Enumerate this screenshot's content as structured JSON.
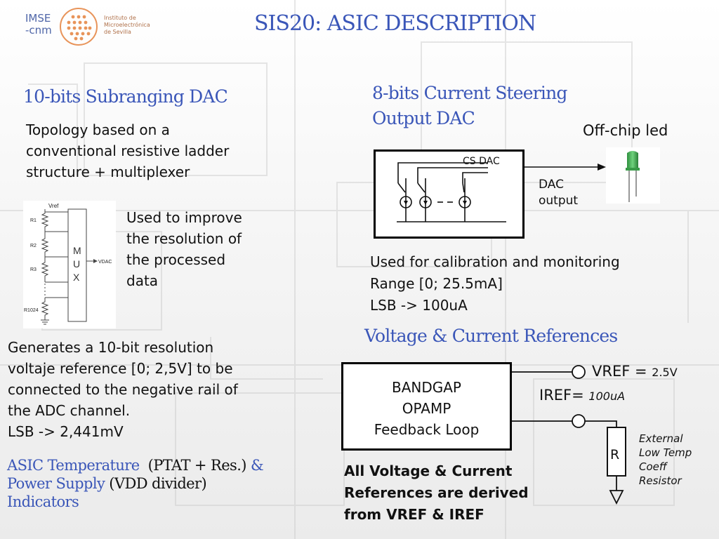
{
  "header": {
    "logo_text_line1": "IMSE",
    "logo_text_line2": "-cnm",
    "logo_sub_line1": "Instituto de",
    "logo_sub_line2": "Microelectrónica",
    "logo_sub_line3": "de Sevilla",
    "title": "SIS20: ASIC DESCRIPTION"
  },
  "subranging_dac": {
    "title": "10-bits Subranging DAC",
    "topology_line1": "Topology based on a",
    "topology_line2": "conventional resistive ladder",
    "topology_line3": "structure + multiplexer",
    "used_line1": "Used to improve",
    "used_line2": "the resolution of",
    "used_line3": "the processed",
    "used_line4": "data",
    "generates_line1": "Generates a 10-bit resolution",
    "generates_line2": "voltaje reference [0; 2,5V] to be",
    "generates_line3": "connected to the negative rail of",
    "generates_line4": "the ADC channel.",
    "generates_line5": "LSB -> 2,441mV",
    "schematic": {
      "vref": "Vref",
      "r1": "R1",
      "r2": "R2",
      "r3": "R3",
      "r1024": "R1024",
      "mux_m": "M",
      "mux_u": "U",
      "mux_x": "X",
      "vdac": "VDAC"
    }
  },
  "indicators": {
    "part1": "ASIC Temperature",
    "part2": "(PTAT + Res.)",
    "part3": "&",
    "part4": "Power Supply",
    "part5": "(VDD divider)",
    "part6": "Indicators"
  },
  "current_steering": {
    "title_line1": "8-bits Current Steering",
    "title_line2": "Output DAC",
    "off_chip_led": "Off-chip led",
    "cs_dac": "CS DAC",
    "dac_output_line1": "DAC",
    "dac_output_line2": "output",
    "used_line1": "Used for calibration and monitoring",
    "used_line2": "Range [0; 25.5mA]",
    "used_line3": "LSB -> 100uA"
  },
  "references": {
    "title": "Voltage & Current References",
    "bandgap": "BANDGAP",
    "opamp": "OPAMP",
    "feedback": "Feedback Loop",
    "vref_label": "VREF =",
    "vref_value": "2.5V",
    "iref_label": "IREF=",
    "iref_value": "100uA",
    "resistor": "R",
    "ext_line1": "External",
    "ext_line2": "Low Temp",
    "ext_line3": "Coeff",
    "ext_line4": "Resistor",
    "note_line1": "All Voltage & Current",
    "note_line2": "References are derived",
    "note_line3": "from VREF & IREF"
  }
}
